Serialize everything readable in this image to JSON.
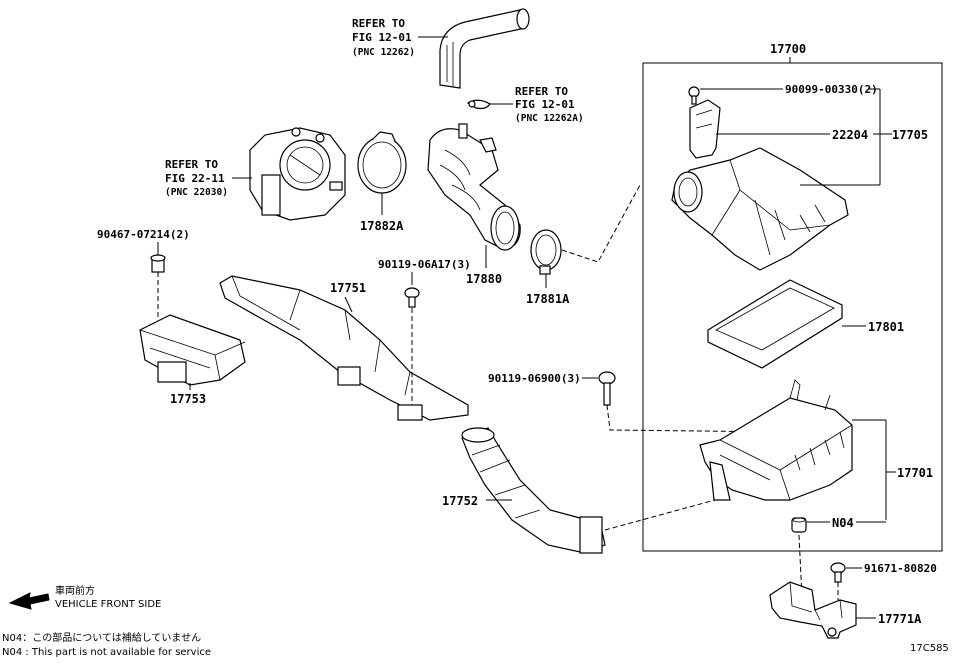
{
  "refs": {
    "ref_12262": {
      "line1": "REFER TO",
      "line2": "FIG 12-01",
      "line3": "(PNC 12262)"
    },
    "ref_12262a": {
      "line1": "REFER TO",
      "line2": "FIG 12-01",
      "line3": "(PNC 12262A)"
    },
    "ref_22030": {
      "line1": "REFER TO",
      "line2": "FIG 22-11",
      "line3": "(PNC 22030)"
    }
  },
  "labels": {
    "p17700": "17700",
    "p90099": "90099-00330(2)",
    "p22204": "22204",
    "p17705": "17705",
    "p17882a": "17882A",
    "p17880": "17880",
    "p17881a": "17881A",
    "p90467": "90467-07214(2)",
    "p90119a": "90119-06A17(3)",
    "p17751": "17751",
    "p17753": "17753",
    "p17801": "17801",
    "p90119b": "90119-06900(3)",
    "p17701": "17701",
    "p17752": "17752",
    "n04": "N04",
    "p91671": "91671-80820",
    "p17771a": "17771A"
  },
  "legend": {
    "front_jp": "車両前方",
    "front_en": "VEHICLE FRONT SIDE",
    "note_jp": "N04：この部品については補給していません",
    "note_en": "N04 : This part is not available for service"
  },
  "figure_code": "17C585"
}
